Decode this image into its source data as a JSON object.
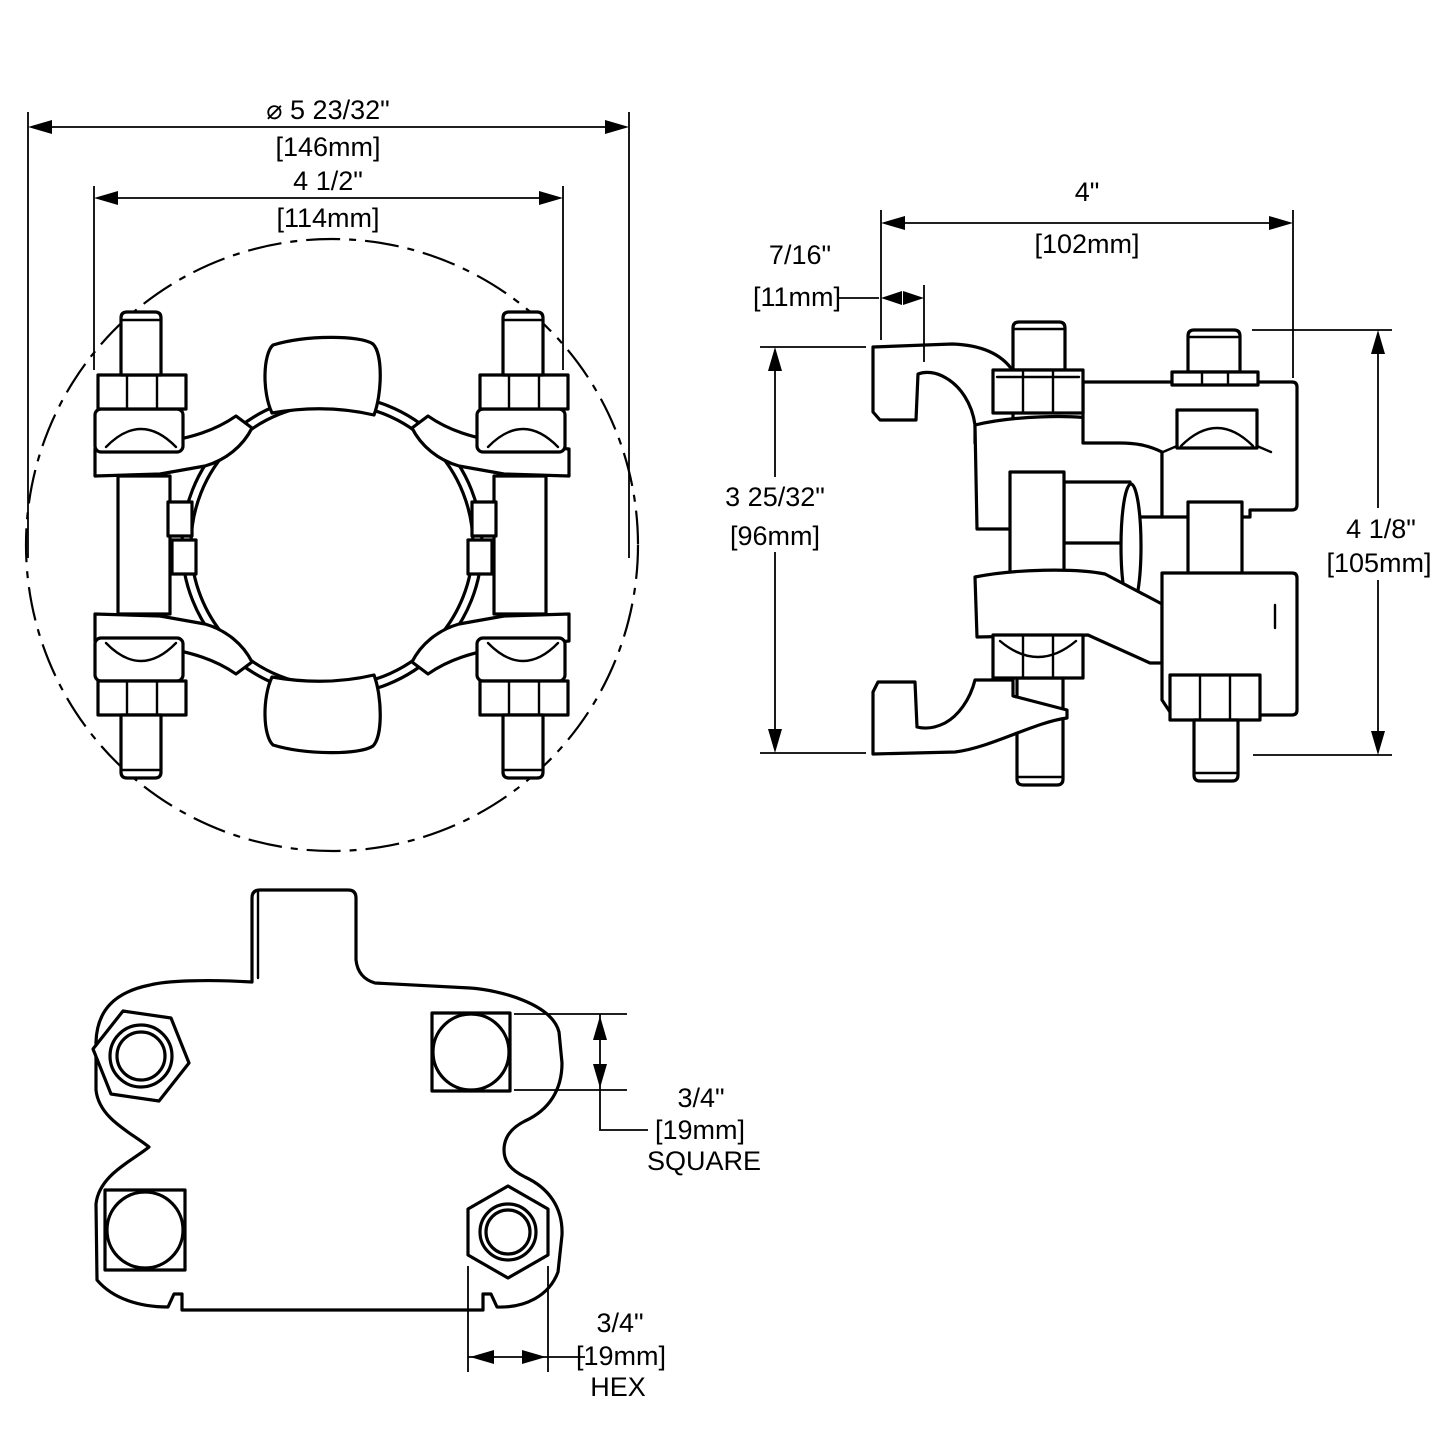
{
  "drawing": {
    "background": "#ffffff",
    "line_color": "#000000",
    "front": {
      "dia": {
        "l1": "⌀ 5 23/32\"",
        "l2": "[146mm]"
      },
      "span": {
        "l1": "4 1/2\"",
        "l2": "[114mm]"
      }
    },
    "side": {
      "width": {
        "l1": "4\"",
        "l2": "[102mm]"
      },
      "offset": {
        "l1": "7/16\"",
        "l2": "[11mm]"
      },
      "hleft": {
        "l1": "3 25/32\"",
        "l2": "[96mm]"
      },
      "hright": {
        "l1": "4 1/8\"",
        "l2": "[105mm]"
      }
    },
    "bottom": {
      "square": {
        "l1": "3/4\"",
        "l2": "[19mm]",
        "l3": "SQUARE"
      },
      "hex": {
        "l1": "3/4\"",
        "l2": "[19mm]",
        "l3": "HEX"
      }
    }
  }
}
